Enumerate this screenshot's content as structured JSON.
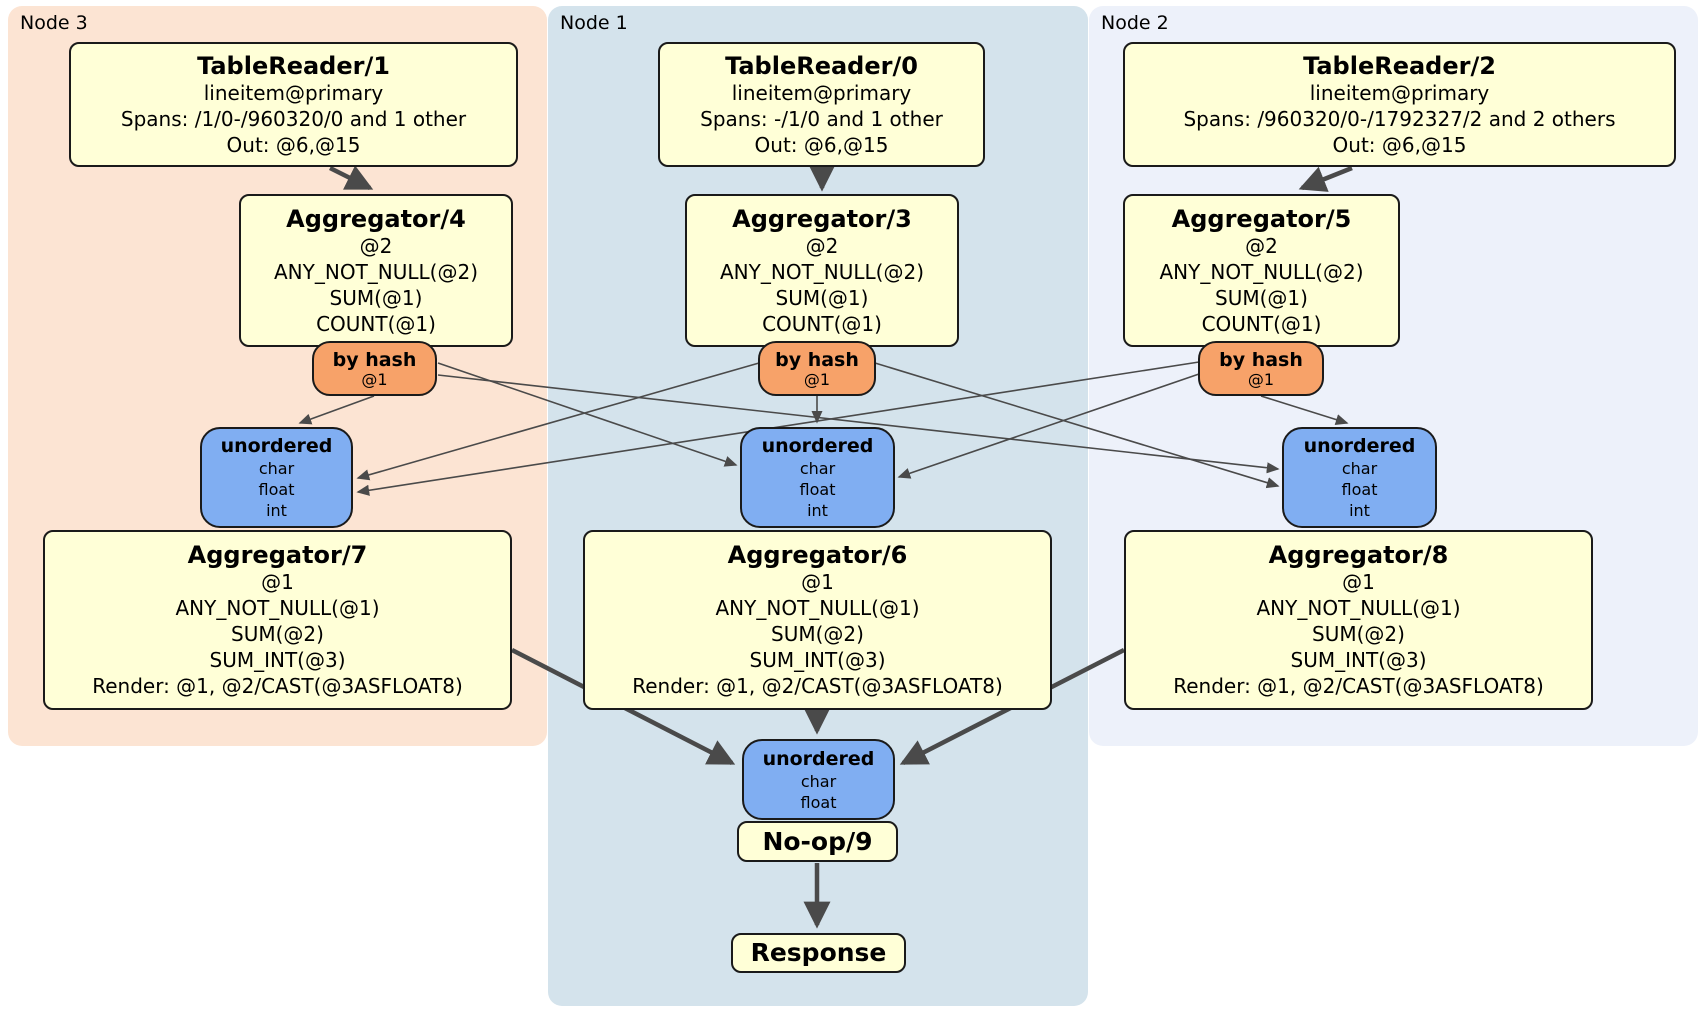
{
  "colors": {
    "node3_bg": "#fce4d3",
    "node1_bg": "#d4e3ec",
    "node2_bg": "#edf1fa",
    "processor_fill": "#ffffd7",
    "router_fill": "#f7a269",
    "sync_fill": "#80aef2",
    "edge": "#4a4a4a",
    "border": "#1a1a1a"
  },
  "diagram": {
    "nodes": [
      {
        "label": "Node 3",
        "table_reader": {
          "title": "TableReader/1",
          "lines": [
            "lineitem@primary",
            "Spans: /1/0-/960320/0 and 1 other",
            "Out: @6,@15"
          ]
        },
        "aggregator_top": {
          "title": "Aggregator/4",
          "lines": [
            "@2",
            "ANY_NOT_NULL(@2)",
            "SUM(@1)",
            "COUNT(@1)"
          ]
        },
        "router": {
          "title": "by hash",
          "detail": "@1"
        },
        "sync": {
          "title": "unordered",
          "lines": [
            "char",
            "float",
            "int"
          ]
        },
        "aggregator_bottom": {
          "title": "Aggregator/7",
          "lines": [
            "@1",
            "ANY_NOT_NULL(@1)",
            "SUM(@2)",
            "SUM_INT(@3)",
            "Render: @1, @2/CAST(@3ASFLOAT8)"
          ]
        }
      },
      {
        "label": "Node 1",
        "table_reader": {
          "title": "TableReader/0",
          "lines": [
            "lineitem@primary",
            "Spans: -/1/0 and 1 other",
            "Out: @6,@15"
          ]
        },
        "aggregator_top": {
          "title": "Aggregator/3",
          "lines": [
            "@2",
            "ANY_NOT_NULL(@2)",
            "SUM(@1)",
            "COUNT(@1)"
          ]
        },
        "router": {
          "title": "by hash",
          "detail": "@1"
        },
        "sync": {
          "title": "unordered",
          "lines": [
            "char",
            "float",
            "int"
          ]
        },
        "aggregator_bottom": {
          "title": "Aggregator/6",
          "lines": [
            "@1",
            "ANY_NOT_NULL(@1)",
            "SUM(@2)",
            "SUM_INT(@3)",
            "Render: @1, @2/CAST(@3ASFLOAT8)"
          ]
        }
      },
      {
        "label": "Node 2",
        "table_reader": {
          "title": "TableReader/2",
          "lines": [
            "lineitem@primary",
            "Spans: /960320/0-/1792327/2 and 2 others",
            "Out: @6,@15"
          ]
        },
        "aggregator_top": {
          "title": "Aggregator/5",
          "lines": [
            "@2",
            "ANY_NOT_NULL(@2)",
            "SUM(@1)",
            "COUNT(@1)"
          ]
        },
        "router": {
          "title": "by hash",
          "detail": "@1"
        },
        "sync": {
          "title": "unordered",
          "lines": [
            "char",
            "float",
            "int"
          ]
        },
        "aggregator_bottom": {
          "title": "Aggregator/8",
          "lines": [
            "@1",
            "ANY_NOT_NULL(@1)",
            "SUM(@2)",
            "SUM_INT(@3)",
            "Render: @1, @2/CAST(@3ASFLOAT8)"
          ]
        }
      }
    ],
    "final": {
      "sync": {
        "title": "unordered",
        "lines": [
          "char",
          "float"
        ]
      },
      "noop": {
        "title": "No-op/9"
      },
      "response": {
        "title": "Response"
      }
    }
  }
}
